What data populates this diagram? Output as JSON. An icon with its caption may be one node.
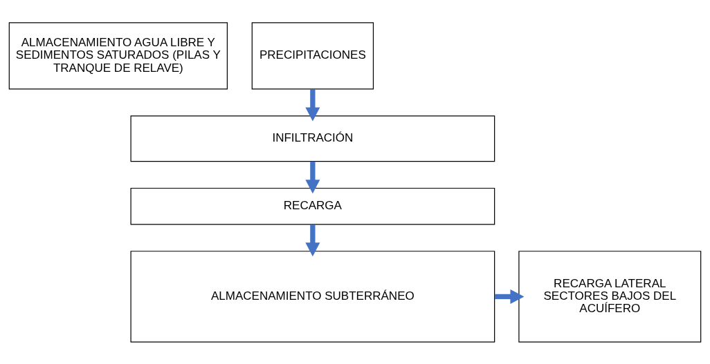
{
  "diagram": {
    "nodes": [
      {
        "text": [
          "ALMACENAMIENTO AGUA LIBRE Y SEDIMENTOS SATURADOS (PILAS Y TRANQUE DE RELAVE)"
        ]
      },
      {
        "text": [
          "PRECIPITACIONES"
        ]
      },
      {
        "text": [
          "INFILTRACIÓN"
        ]
      },
      {
        "text": [
          "RECARGA"
        ]
      },
      {
        "text": [
          "ALMACENAMIENTO SUBTERRÁNEO"
        ]
      },
      {
        "text": [
          "RECARGA LATERAL SECTORES BAJOS DEL ACUÍFERO"
        ]
      }
    ],
    "edges": [
      {
        "from": 1,
        "to": 2,
        "arrow": "to"
      },
      {
        "from": 2,
        "to": 3,
        "arrow": "to"
      },
      {
        "from": 3,
        "to": 4,
        "arrow": "to"
      },
      {
        "from": 4,
        "to": 5,
        "arrow": "to"
      }
    ]
  }
}
